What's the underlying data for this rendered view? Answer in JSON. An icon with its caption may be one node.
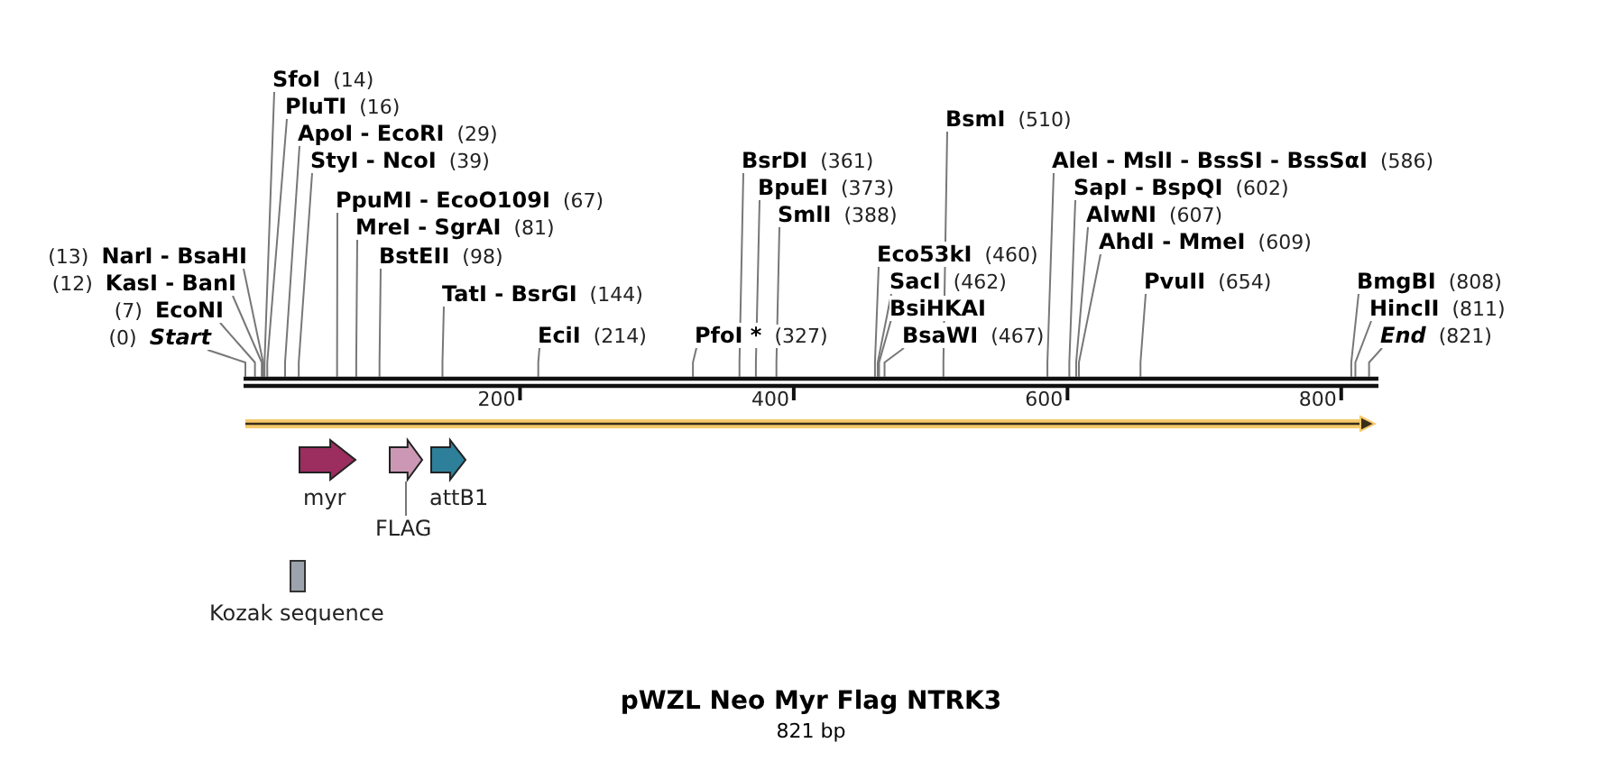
{
  "diagram": {
    "title": "pWZL Neo Myr Flag NTRK3",
    "caption": "821 bp",
    "nodes": [
      {
        "text": [
          "SfoI",
          "(14)"
        ]
      },
      {
        "text": [
          "PluTI",
          "(16)"
        ]
      },
      {
        "text": [
          "ApoI - EcoRI",
          "(29)"
        ]
      },
      {
        "text": [
          "StyI - NcoI",
          "(39)"
        ]
      },
      {
        "text": [
          "PpuMI - EcoO109I",
          "(67)"
        ]
      },
      {
        "text": [
          "MreI - SgrAI",
          "(81)"
        ]
      },
      {
        "text": [
          "BstEII",
          "(98)"
        ]
      },
      {
        "text": [
          "TatI - BsrGI",
          "(144)"
        ]
      },
      {
        "text": [
          "EciI",
          "(214)"
        ]
      },
      {
        "text": [
          "(13)",
          "NarI - BsaHI"
        ]
      },
      {
        "text": [
          "(12)",
          "KasI - BanI"
        ]
      },
      {
        "text": [
          "(7)",
          "EcoNI"
        ]
      },
      {
        "text": [
          "(0)",
          "Start"
        ]
      },
      {
        "text": [
          "BsmI",
          "(510)"
        ]
      },
      {
        "text": [
          "BsrDI",
          "(361)"
        ]
      },
      {
        "text": [
          "BpuEI",
          "(373)"
        ]
      },
      {
        "text": [
          "SmlI",
          "(388)"
        ]
      },
      {
        "text": [
          "Eco53kI",
          "(460)"
        ]
      },
      {
        "text": [
          "SacI",
          "(462)"
        ]
      },
      {
        "text": [
          "BsiHKAI"
        ]
      },
      {
        "text": [
          "BsaWI",
          "(467)"
        ]
      },
      {
        "text": [
          "PfoI *",
          "(327)"
        ]
      },
      {
        "text": [
          "AleI - MslI - BssSI - BssSαI",
          "(586)"
        ]
      },
      {
        "text": [
          "SapI - BspQI",
          "(602)"
        ]
      },
      {
        "text": [
          "AlwNI",
          "(607)"
        ]
      },
      {
        "text": [
          "AhdI - MmeI",
          "(609)"
        ]
      },
      {
        "text": [
          "PvuII",
          "(654)"
        ]
      },
      {
        "text": [
          "BmgBI",
          "(808)"
        ]
      },
      {
        "text": [
          "HincII",
          "(811)"
        ]
      },
      {
        "text": [
          "End",
          "(821)"
        ]
      },
      {
        "text": [],
        "shape": "arrow"
      },
      {
        "text": [
          "myr"
        ]
      },
      {
        "text": [],
        "shape": "arrow"
      },
      {
        "text": [
          "FLAG"
        ]
      },
      {
        "text": [
          "attB1"
        ]
      },
      {
        "text": [
          "Kozak sequence"
        ]
      },
      {
        "text": [],
        "shape": "bar"
      }
    ],
    "edges": [
      {
        "from": 0,
        "to": 36,
        "arrow": "none"
      },
      {
        "from": 1,
        "to": 36,
        "arrow": "none"
      },
      {
        "from": 2,
        "to": 36,
        "arrow": "none"
      },
      {
        "from": 3,
        "to": 36,
        "arrow": "none"
      },
      {
        "from": 4,
        "to": 36,
        "arrow": "none"
      },
      {
        "from": 5,
        "to": 36,
        "arrow": "none"
      },
      {
        "from": 6,
        "to": 36,
        "arrow": "none"
      },
      {
        "from": 7,
        "to": 36,
        "arrow": "none"
      },
      {
        "from": 8,
        "to": 36,
        "arrow": "none"
      },
      {
        "from": 9,
        "to": 36,
        "arrow": "none"
      },
      {
        "from": 10,
        "to": 36,
        "arrow": "none"
      },
      {
        "from": 11,
        "to": 36,
        "arrow": "none"
      },
      {
        "from": 12,
        "to": 36,
        "arrow": "none"
      },
      {
        "from": 13,
        "to": 36,
        "arrow": "none"
      },
      {
        "from": 14,
        "to": 36,
        "arrow": "none"
      },
      {
        "from": 15,
        "to": 36,
        "arrow": "none"
      },
      {
        "from": 16,
        "to": 36,
        "arrow": "none"
      },
      {
        "from": 17,
        "to": 36,
        "arrow": "none"
      },
      {
        "from": 18,
        "to": 36,
        "arrow": "none"
      },
      {
        "from": 19,
        "to": 36,
        "arrow": "none"
      },
      {
        "from": 20,
        "to": 36,
        "arrow": "none"
      },
      {
        "from": 21,
        "to": 36,
        "arrow": "none"
      },
      {
        "from": 22,
        "to": 36,
        "arrow": "none"
      },
      {
        "from": 23,
        "to": 36,
        "arrow": "none"
      },
      {
        "from": 24,
        "to": 36,
        "arrow": "none"
      },
      {
        "from": 25,
        "to": 36,
        "arrow": "none"
      },
      {
        "from": 26,
        "to": 36,
        "arrow": "none"
      },
      {
        "from": 27,
        "to": 36,
        "arrow": "none"
      },
      {
        "from": 28,
        "to": 36,
        "arrow": "none"
      },
      {
        "from": 29,
        "to": 36,
        "arrow": "none"
      },
      {
        "from": 33,
        "to": 32,
        "arrow": "none"
      }
    ],
    "labels": [
      "200",
      "400",
      "600",
      "800"
    ]
  }
}
